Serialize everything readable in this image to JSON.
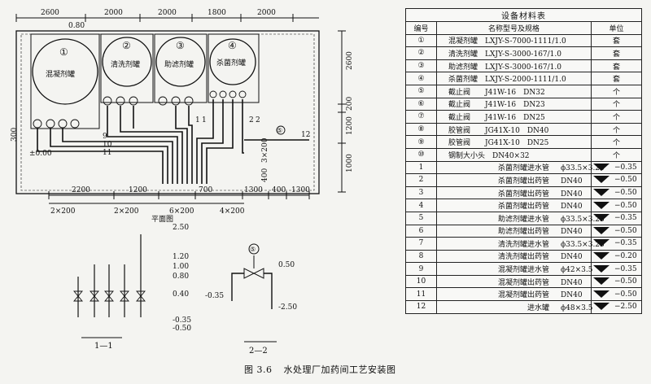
{
  "plan": {
    "dims_top": [
      "2600",
      "2000",
      "2000",
      "1800",
      "2000"
    ],
    "level_top": "0.80",
    "tanks": [
      {
        "num": "①",
        "label": "混凝剂罐"
      },
      {
        "num": "②",
        "label": "清洗剂罐"
      },
      {
        "num": "③",
        "label": "助滤剂罐"
      },
      {
        "num": "④",
        "label": "杀菌剂罐"
      }
    ],
    "dims_right": [
      "2600",
      "200",
      "1200",
      "1000"
    ],
    "dims_left": [
      "300"
    ],
    "level_left": "±0.00",
    "dims_vertical_mid": "3×200",
    "dims_vertical_mid2": "400",
    "pipe_numbers_right": "12",
    "pipe_numbers_left": [
      "9",
      "10",
      "11"
    ],
    "section_marks": [
      "1",
      "2",
      "1",
      "2"
    ],
    "valve_tag": "⑤",
    "dims_bottom_row1": [
      "2200",
      "1200",
      "700",
      "1300",
      "400",
      "1300"
    ],
    "dims_bottom_row2": [
      "2×200",
      "2×200",
      "6×200",
      "4×200"
    ]
  },
  "elevation_1": {
    "title": "平面图",
    "levels": [
      "2.50",
      "1.20",
      "1.00",
      "0.80",
      "0.40",
      "-0.35",
      "-0.50"
    ],
    "label": "1—1"
  },
  "elevation_2": {
    "tag": "⑤",
    "levels": [
      "0.50",
      "-0.35",
      "-2.50"
    ],
    "label": "2—2"
  },
  "caption": {
    "fig": "图 3.6",
    "title": "水处理厂加药间工艺安装图"
  },
  "table": {
    "title": "设备材料表",
    "headers": [
      "编号",
      "名称型号及规格",
      "单位"
    ],
    "equipment": [
      {
        "no": "①",
        "spec": "混凝剂罐　LXJY-S-7000-1111/1.0",
        "unit": "套"
      },
      {
        "no": "②",
        "spec": "清洗剂罐　LXJY-S-3000-167/1.0",
        "unit": "套"
      },
      {
        "no": "③",
        "spec": "助滤剂罐　LXJY-S-3000-167/1.0",
        "unit": "套"
      },
      {
        "no": "④",
        "spec": "杀菌剂罐　LXJY-S-2000-1111/1.0",
        "unit": "套"
      },
      {
        "no": "⑤",
        "spec": "截止阀　　J41W-16　DN32",
        "unit": "个"
      },
      {
        "no": "⑥",
        "spec": "截止阀　　J41W-16　DN23",
        "unit": "个"
      },
      {
        "no": "⑦",
        "spec": "截止阀　　J41W-16　DN25",
        "unit": "个"
      },
      {
        "no": "⑧",
        "spec": "胶管阀　　JG41X-10　DN40",
        "unit": "个"
      },
      {
        "no": "⑨",
        "spec": "胶管阀　　JG41X-10　DN25",
        "unit": "个"
      },
      {
        "no": "⑩",
        "spec": "钢制大小头　DN40×32",
        "unit": "个"
      }
    ],
    "pipes": [
      {
        "no": "1",
        "name": "杀菌剂罐进水管",
        "size": "ϕ33.5×3.25",
        "level": "−0.35"
      },
      {
        "no": "2",
        "name": "杀菌剂罐出药管",
        "size": "DN40",
        "level": "−0.50"
      },
      {
        "no": "3",
        "name": "杀菌剂罐出药管",
        "size": "DN40",
        "level": "−0.50"
      },
      {
        "no": "4",
        "name": "杀菌剂罐出药管",
        "size": "DN40",
        "level": "−0.50"
      },
      {
        "no": "5",
        "name": "助滤剂罐进水管",
        "size": "ϕ33.5×3.25",
        "level": "−0.35"
      },
      {
        "no": "6",
        "name": "助滤剂罐出药管",
        "size": "DN40",
        "level": "−0.50"
      },
      {
        "no": "7",
        "name": "清洗剂罐进水管",
        "size": "ϕ33.5×3.25",
        "level": "−0.35"
      },
      {
        "no": "8",
        "name": "清洗剂罐出药管",
        "size": "DN40",
        "level": "−0.20"
      },
      {
        "no": "9",
        "name": "混凝剂罐进水管",
        "size": "ϕ42×3.5",
        "level": "−0.35"
      },
      {
        "no": "10",
        "name": "混凝剂罐出药管",
        "size": "DN40",
        "level": "−0.50"
      },
      {
        "no": "11",
        "name": "混凝剂罐出药管",
        "size": "DN40",
        "level": "−0.50"
      },
      {
        "no": "12",
        "name": "进水罐",
        "size": "ϕ48×3.5",
        "level": "−2.50"
      }
    ]
  }
}
